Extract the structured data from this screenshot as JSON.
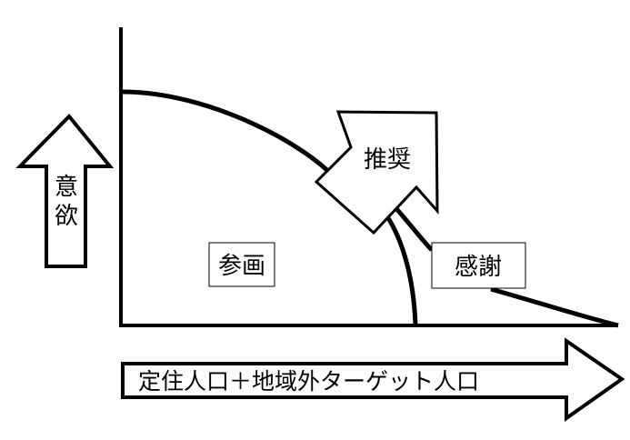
{
  "diagram": {
    "vertical_arrow_label": [
      "意",
      "欲"
    ],
    "horizontal_arrow_label": "定住人口＋地域外ターゲット人口",
    "region_labels": {
      "participation": "参画",
      "recommendation": "推奨",
      "gratitude": "感謝"
    },
    "colors": {
      "stroke": "#000000",
      "background": "#ffffff"
    }
  }
}
